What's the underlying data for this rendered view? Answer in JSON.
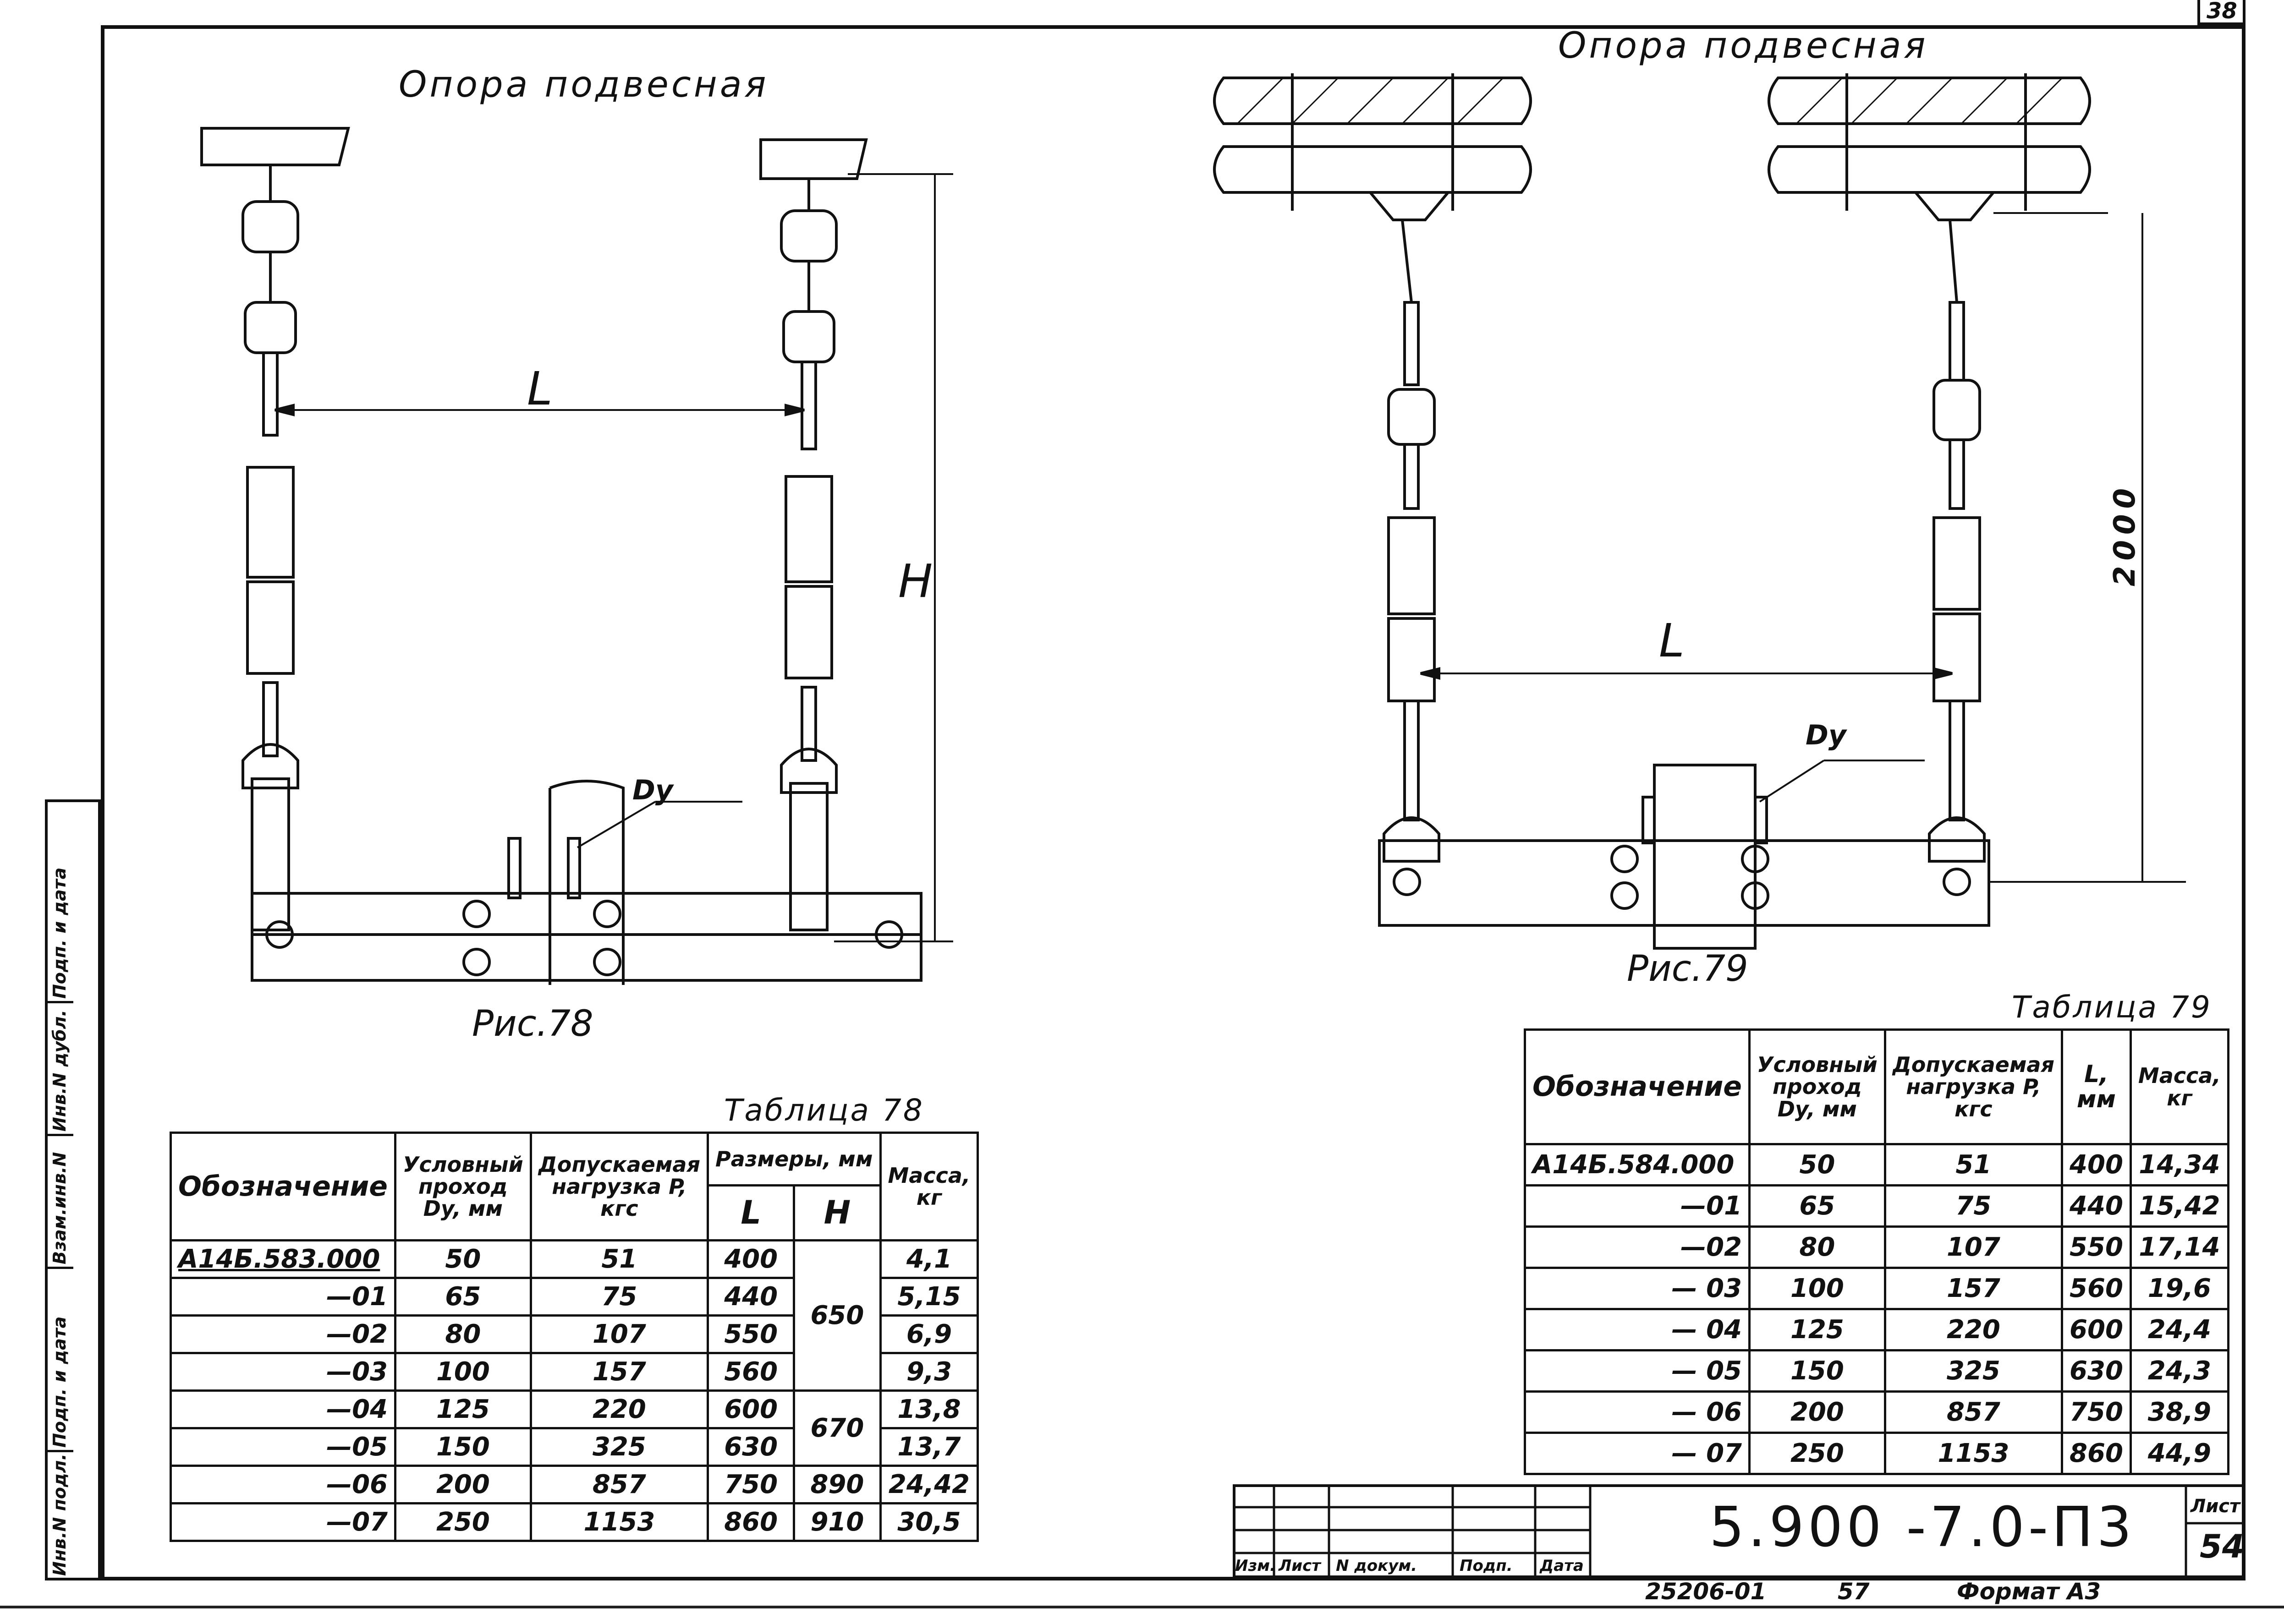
{
  "sheet_corner": "38",
  "left_figure": {
    "title": "Опора подвесная",
    "caption": "Рис.78",
    "label_L": "L",
    "label_H": "H",
    "label_Dy": "Dy"
  },
  "right_figure": {
    "title": "Опора подвесная",
    "caption": "Рис.79",
    "label_L": "L",
    "label_2000": "2000",
    "label_Dy": "Dy"
  },
  "table78": {
    "caption": "Таблица 78",
    "headers": {
      "designation": "Обозначение",
      "dn": "Условный проход Dy, мм",
      "load": "Допускаемая нагрузка P, кгс",
      "sizes": "Размеры, мм",
      "L": "L",
      "H": "H",
      "mass": "Масса, кг"
    },
    "rows": [
      {
        "des": "А14Б.583.000",
        "dn": "50",
        "p": "51",
        "l": "400",
        "m": "4,1"
      },
      {
        "des": "—01",
        "dn": "65",
        "p": "75",
        "l": "440",
        "m": "5,15"
      },
      {
        "des": "—02",
        "dn": "80",
        "p": "107",
        "l": "550",
        "m": "6,9"
      },
      {
        "des": "—03",
        "dn": "100",
        "p": "157",
        "l": "560",
        "m": "9,3"
      },
      {
        "des": "—04",
        "dn": "125",
        "p": "220",
        "l": "600",
        "m": "13,8"
      },
      {
        "des": "—05",
        "dn": "150",
        "p": "325",
        "l": "630",
        "m": "13,7"
      },
      {
        "des": "—06",
        "dn": "200",
        "p": "857",
        "l": "750",
        "h": "890",
        "m": "24,42"
      },
      {
        "des": "—07",
        "dn": "250",
        "p": "1153",
        "l": "860",
        "h": "910",
        "m": "30,5"
      }
    ],
    "h_group1": "650",
    "h_group2": "670"
  },
  "table79": {
    "caption": "Таблица 79",
    "headers": {
      "designation": "Обозначение",
      "dn": "Условный проход Dy, мм",
      "load": "Допускаемая нагрузка P, кгс",
      "L": "L, мм",
      "mass": "Масса, кг"
    },
    "rows": [
      {
        "des": "А14Б.584.000",
        "dn": "50",
        "p": "51",
        "l": "400",
        "m": "14,34"
      },
      {
        "des": "—01",
        "dn": "65",
        "p": "75",
        "l": "440",
        "m": "15,42"
      },
      {
        "des": "—02",
        "dn": "80",
        "p": "107",
        "l": "550",
        "m": "17,14"
      },
      {
        "des": "— 03",
        "dn": "100",
        "p": "157",
        "l": "560",
        "m": "19,6"
      },
      {
        "des": "— 04",
        "dn": "125",
        "p": "220",
        "l": "600",
        "m": "24,4"
      },
      {
        "des": "— 05",
        "dn": "150",
        "p": "325",
        "l": "630",
        "m": "24,3"
      },
      {
        "des": "— 06",
        "dn": "200",
        "p": "857",
        "l": "750",
        "m": "38,9"
      },
      {
        "des": "— 07",
        "dn": "250",
        "p": "1153",
        "l": "860",
        "m": "44,9"
      }
    ]
  },
  "side_strip": {
    "labels": [
      "Инв.N подл.",
      "Подп. и дата",
      "Взам.инв.N",
      "Инв.N дубл.",
      "Подп. и дата"
    ]
  },
  "title_block": {
    "code": "5.900 -7.0-П3",
    "sheet_label": "Лист",
    "sheet_number": "54",
    "col_labels": [
      "Изм.",
      "Лист",
      "N докум.",
      "Подп.",
      "Дата"
    ],
    "footer_code": "25206-01",
    "footer_num": "57",
    "format_label": "Формат А3"
  }
}
